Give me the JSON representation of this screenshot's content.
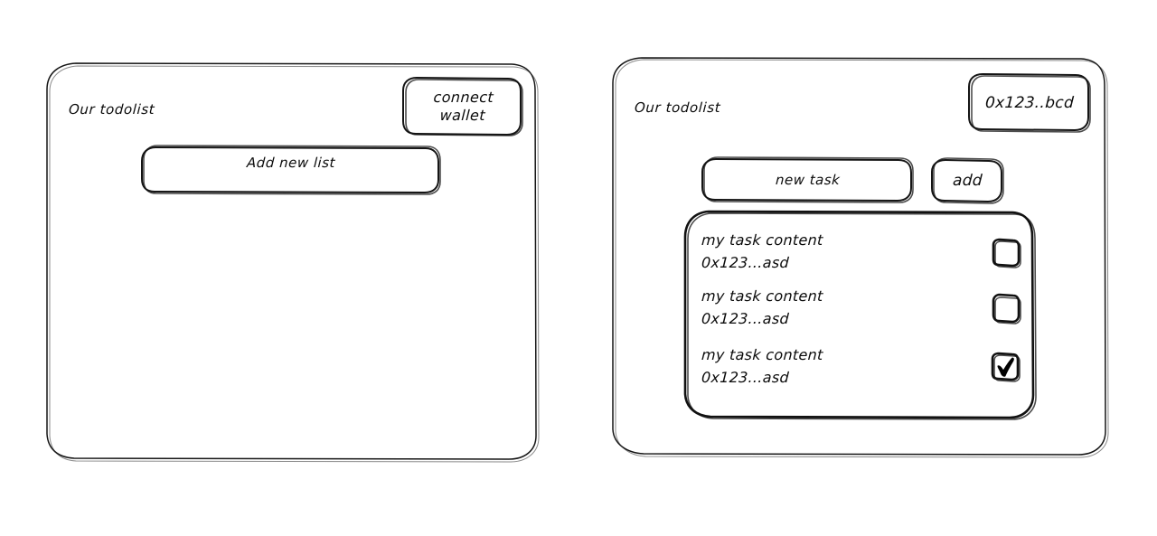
{
  "screens": [
    {
      "id": "disconnected",
      "title": "Our todolist",
      "wallet_button": {
        "label": "connect\nwallet",
        "name": "connect-wallet-button"
      },
      "add_list_field": {
        "label": "Add new list",
        "name": "add-new-list-input"
      }
    },
    {
      "id": "connected",
      "title": "Our todolist",
      "wallet_badge": {
        "label": "0x123..bcd",
        "name": "wallet-address-badge"
      },
      "new_task_input": {
        "value": "new task",
        "placeholder": "new task",
        "name": "new-task-input"
      },
      "add_button": {
        "label": "add",
        "name": "add-task-button"
      },
      "task_list": {
        "name": "task-list",
        "tasks": [
          {
            "content": "my task content",
            "address": "0x123...asd",
            "checked": false
          },
          {
            "content": "my task content",
            "address": "0x123...asd",
            "checked": false
          },
          {
            "content": "my task content",
            "address": "0x123...asd",
            "checked": true
          }
        ]
      }
    }
  ],
  "colors": {
    "ink": "#141414",
    "background": "#ffffff"
  }
}
